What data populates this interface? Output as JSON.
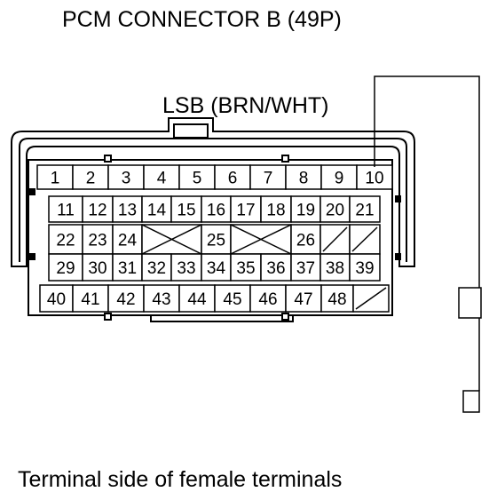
{
  "title": "PCM CONNECTOR B (49P)",
  "pin_label": "LSB (BRN/WHT)",
  "caption": "Terminal side of female terminals",
  "highlighted_pin": "10",
  "rows": [
    [
      "1",
      "2",
      "3",
      "4",
      "5",
      "6",
      "7",
      "8",
      "9",
      "10"
    ],
    [
      "11",
      "12",
      "13",
      "14",
      "15",
      "16",
      "17",
      "18",
      "19",
      "20",
      "21"
    ],
    [
      "22",
      "23",
      "24",
      "X",
      "25",
      "X",
      "26",
      "/",
      "/"
    ],
    [
      "29",
      "30",
      "31",
      "32",
      "33",
      "34",
      "35",
      "36",
      "37",
      "38",
      "39"
    ],
    [
      "40",
      "41",
      "42",
      "43",
      "44",
      "45",
      "46",
      "47",
      "48",
      "/"
    ]
  ]
}
